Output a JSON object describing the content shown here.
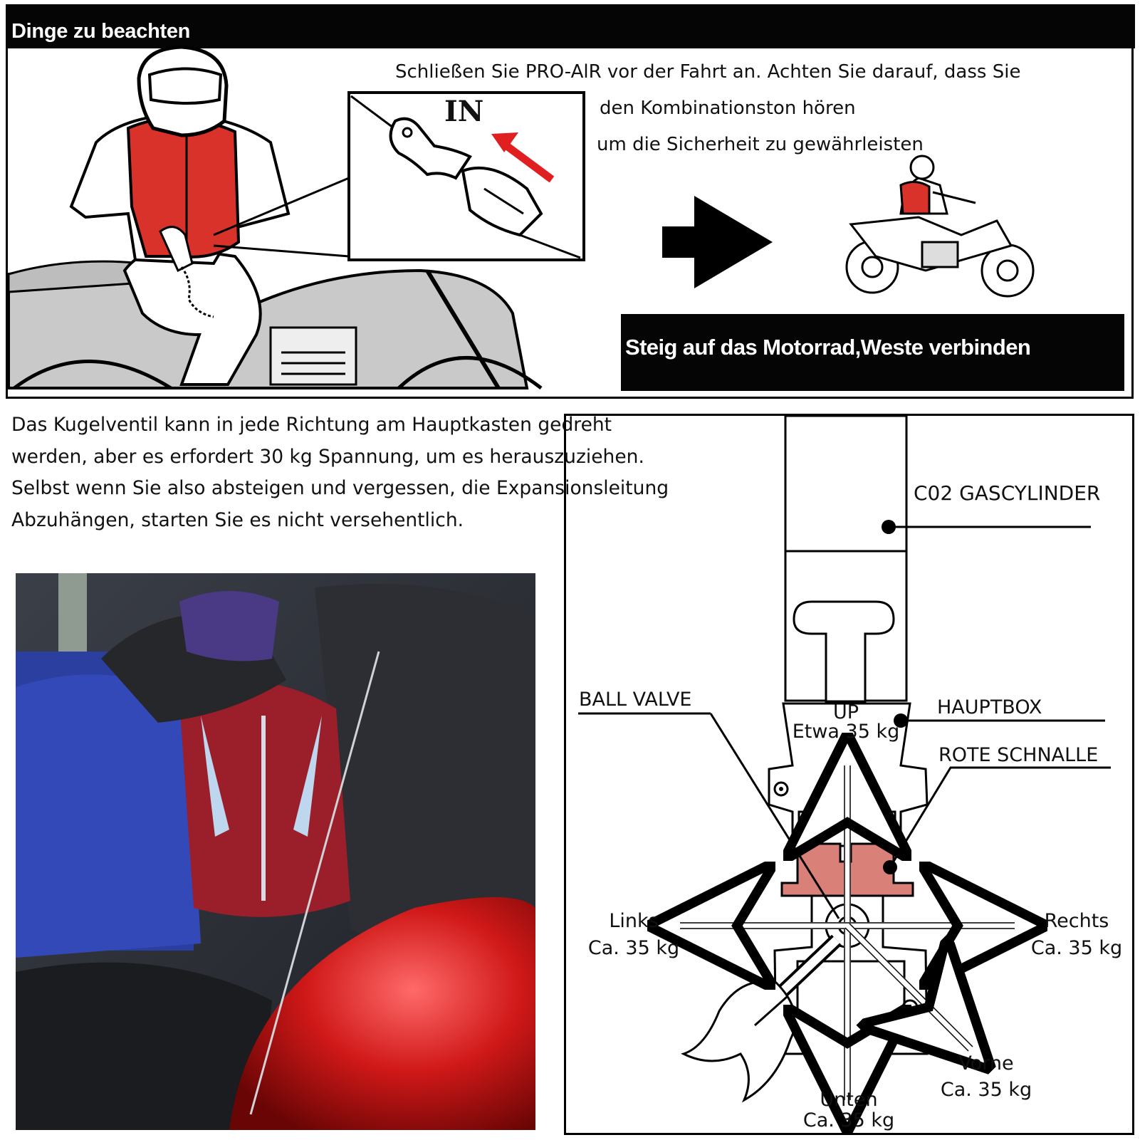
{
  "header": {
    "title": "Dinge zu beachten"
  },
  "top_panel": {
    "instruction_lines": [
      "Schließen Sie PRO-AlR vor der Fahrt an. Achten Sie darauf, dass Sie",
      "den Kombinationston hören",
      "um die Sicherheit zu gewährleisten"
    ],
    "zoom_label": "IN",
    "step_banner": "Steig auf das Motorrad,Weste verbinden"
  },
  "ball_valve_text": [
    "Das Kugelventil kann in jede Richtung am Hauptkasten gedreht",
    "werden, aber es erfordert 30 kg Spannung, um es herauszuziehen.",
    "Selbst wenn Sie also absteigen und vergessen, die Expansionsleitung",
    "Abzuhängen, starten Sie es nicht versehentlich."
  ],
  "diagram": {
    "labels": {
      "co2_cylinder": "C02 GASCYLINDER",
      "ball_valve": "BALL VALVE",
      "main_box": "HAUPTBOX",
      "red_buckle": "ROTE SCHNALLE"
    },
    "forces": {
      "up": {
        "direction": "UP",
        "value": "Etwa 35 kg"
      },
      "left": {
        "direction": "Links",
        "value": "Ca. 35 kg"
      },
      "right": {
        "direction": "Rechts",
        "value": "Ca. 35 kg"
      },
      "front": {
        "direction": "Vorne",
        "value": "Ca. 35 kg"
      },
      "down": {
        "direction": "Unten",
        "value": "Ca. 35 kg"
      }
    }
  },
  "colors": {
    "vest_red": "#d8322a",
    "buckle_red": "#d98078",
    "tank_gray": "#c9c9c9",
    "arrow_red": "#e02020"
  }
}
